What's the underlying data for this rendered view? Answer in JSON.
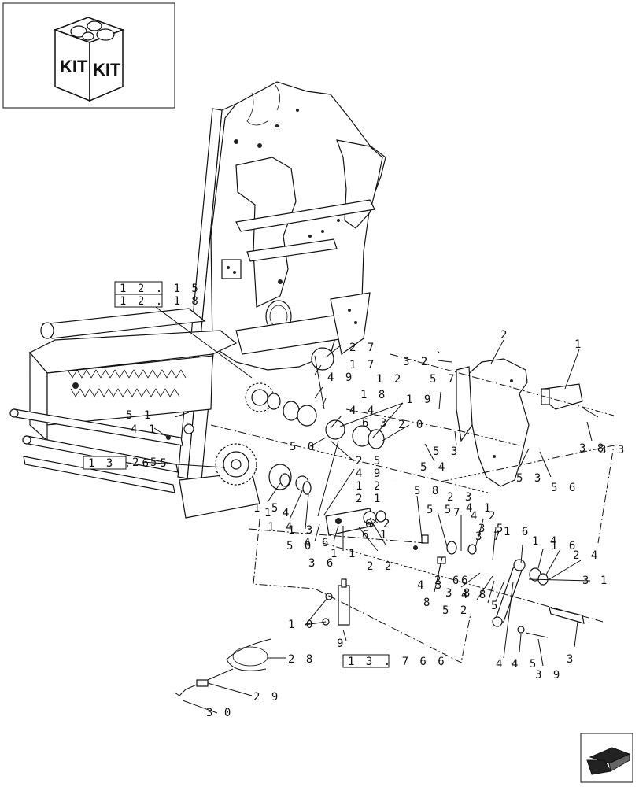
{
  "kit_icon": {
    "labels": [
      "KIT",
      "KIT"
    ],
    "icon": "kit-box-icon"
  },
  "nav_icon": "arrow-back-icon",
  "references": {
    "ref_12_15": "1 2 . 1 5",
    "ref_12_18": "1 2 . 1 8",
    "ref_13_65": "1 3 . 6 5",
    "ref_13_766": "1 3 . 7 6 6"
  },
  "callouts": {
    "c1": "1",
    "c2": "2",
    "c3": "3",
    "c4": "4",
    "c5": "5",
    "c9": "9",
    "c10": "1 0",
    "c11": "1 1",
    "c12": "1 2",
    "c12b": "1 2",
    "c13": "1 3",
    "c14": "1 4",
    "c14b": "1 4",
    "c15": "1 5",
    "c16": "1 6",
    "c16b": "1 6",
    "c17": "1 7",
    "c18": "1 8",
    "c19": "1 9",
    "c20": "2 0",
    "c21": "2 1",
    "c21b": "2 1",
    "c22": "2 2",
    "c23": "2 3",
    "c24": "2 4",
    "c25": "2 5",
    "c25b": "2 5",
    "c27": "2 7",
    "c28": "2 8",
    "c29": "2 9",
    "c30": "3 0",
    "c31": "3 1",
    "c32": "3 2",
    "c33": "3 3",
    "c38": "3 8",
    "c39": "3 9",
    "c41": "4 1",
    "c42": "4 2",
    "c43": "4 3",
    "c44": "4 4",
    "c45": "4 5",
    "c46": "4 6",
    "c49": "4 9",
    "c49b": "4 9",
    "c50": "5 0",
    "c50b": "5 0",
    "c51": "5 1",
    "c52": "5 2",
    "c53": "5 3",
    "c53b": "5 3",
    "c54": "5 4",
    "c55": "5 5",
    "c56": "5 6",
    "c57": "5 7",
    "c58": "5 8",
    "c61": "6 1",
    "c62": "6 2",
    "c63": "6 3",
    "c36": "3 6",
    "c37": "3 7",
    "c26": "2 6",
    "c48": "4 8",
    "c35": "3 5",
    "c8": "8",
    "c7": "7",
    "c6": "6"
  }
}
